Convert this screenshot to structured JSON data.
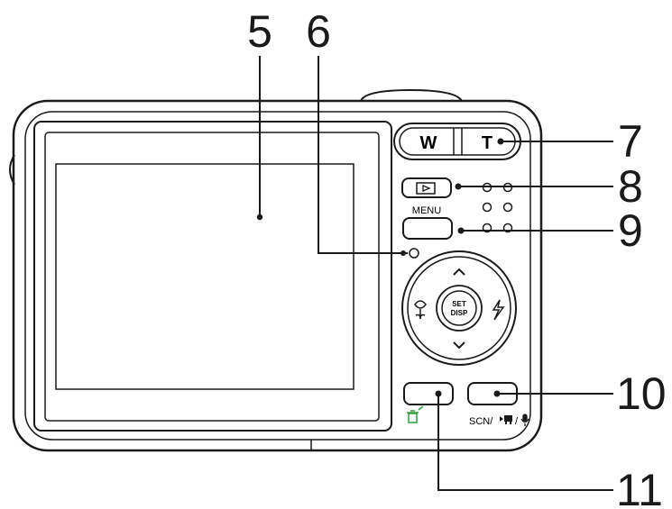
{
  "callouts": {
    "c5": "5",
    "c6": "6",
    "c7": "7",
    "c8": "8",
    "c9": "9",
    "c10": "10",
    "c11": "11"
  },
  "buttons": {
    "zoom_wide": "W",
    "zoom_tele": "T",
    "menu": "MENU",
    "set": "SET",
    "disp": "DISP",
    "scn": "SCN/"
  },
  "colors": {
    "line": "#1a1a1a",
    "delete_icon": "#2e9e3e"
  }
}
